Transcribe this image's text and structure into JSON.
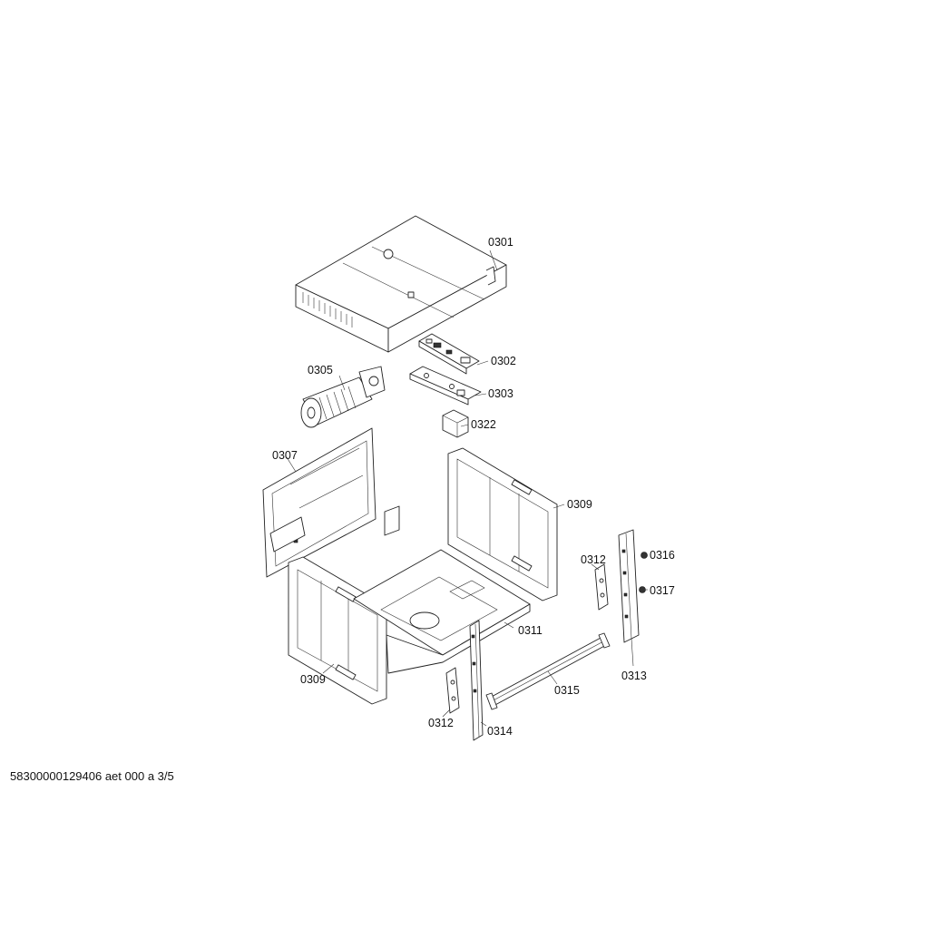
{
  "labels": {
    "p0301": "0301",
    "p0302": "0302",
    "p0303": "0303",
    "p0305": "0305",
    "p0307": "0307",
    "p0309a": "0309",
    "p0309b": "0309",
    "p0311": "0311",
    "p0312a": "0312",
    "p0312b": "0312",
    "p0313": "0313",
    "p0314": "0314",
    "p0315": "0315",
    "p0316": "0316",
    "p0317": "0317",
    "p0322": "0322"
  },
  "footer": {
    "doc_id": "58300000129406 aet 000 a 3/5"
  },
  "colors": {
    "line": "#222222",
    "background": "#ffffff"
  }
}
